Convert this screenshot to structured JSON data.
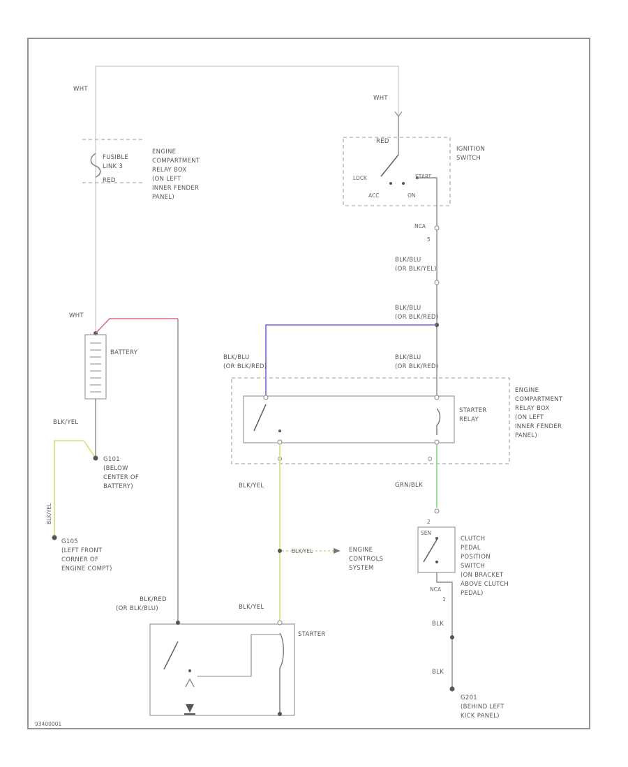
{
  "labels": {
    "wht_top": "WHT",
    "wht_switch": "WHT",
    "fusible_link": [
      "FUSIBLE",
      "LINK 3"
    ],
    "red_fusible": "RED",
    "engine_relay_box_top": [
      "ENGINE",
      "COMPARTMENT",
      "RELAY BOX",
      "(ON LEFT",
      "INNER FENDER",
      "PANEL)"
    ],
    "red_switch": "RED",
    "ignition_switch": [
      "IGNITION",
      "SWITCH"
    ],
    "lock": "LOCK",
    "start": "START",
    "acc": "ACC",
    "on": "ON",
    "nca": "NCA",
    "pin5": "5",
    "blk_blu_1": [
      "BLK/BLU",
      "(OR BLK/YEL)"
    ],
    "blk_blu_2": [
      "BLK/BLU",
      "(OR BLK/RED)"
    ],
    "wht_battery": "WHT",
    "battery": "BATTERY",
    "blk_blu_relay_left": [
      "BLK/BLU",
      "(OR BLK/RED)"
    ],
    "blk_blu_relay_right": [
      "BLK/BLU",
      "(OR BLK/RED)"
    ],
    "engine_relay_box_right": [
      "ENGINE",
      "COMPARTMENT",
      "RELAY BOX",
      "(ON LEFT",
      "INNER FENDER",
      "PANEL)"
    ],
    "starter_relay": [
      "STARTER",
      "RELAY"
    ],
    "blk_yel_left": "BLK/YEL",
    "g101": [
      "G101",
      "(BELOW",
      "CENTER OF",
      "BATTERY)"
    ],
    "blk_yel_vertical": "BLK/YEL",
    "g105": [
      "G105",
      "(LEFT FRONT",
      "CORNER OF",
      "ENGINE COMPT)"
    ],
    "blk_yel_mid": "BLK/YEL",
    "grn_blk": "GRN/BLK",
    "sen": "SEN",
    "blk_yel_branch": "BLK/YEL",
    "engine_control": [
      "ENGINE",
      "CONTROLS",
      "SYSTEM"
    ],
    "clutch_switch": [
      "CLUTCH",
      "PEDAL",
      "POSITION",
      "SWITCH",
      "(ON BRACKET",
      "ABOVE CLUTCH",
      "PEDAL)"
    ],
    "nca_lower": "NCA",
    "pin1": "1",
    "pin2": "2",
    "blk_red_starter": [
      "BLK/RED",
      "(OR BLK/BLU)"
    ],
    "blk_yel_starter": "BLK/YEL",
    "starter": "STARTER",
    "blk_1": "BLK",
    "blk_2": "BLK",
    "g201": [
      "G201",
      "(BEHIND LEFT",
      "KICK PANEL)"
    ],
    "figure_code": "93400001"
  },
  "colors": {
    "red_wire": "#e06a7a",
    "blue_wire": "#6a6ad8",
    "yellow_wire": "#dede8a",
    "green_wire": "#7ee07e",
    "gray_wire": "#8a8a8a"
  }
}
